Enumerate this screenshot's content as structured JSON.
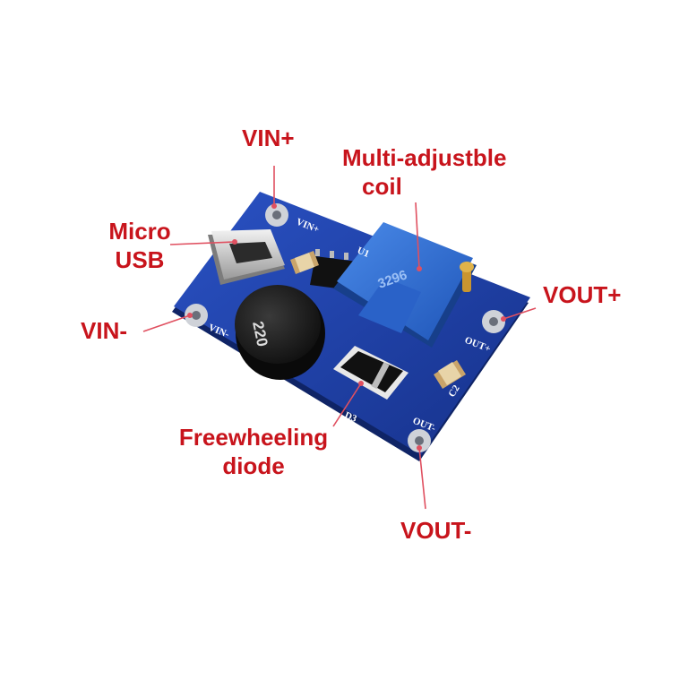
{
  "callouts": {
    "vin_plus": "VIN+",
    "micro_usb": [
      "Micro",
      "USB"
    ],
    "vin_minus": "VIN-",
    "multi_adjustable": [
      "Multi-adjustble",
      "coil"
    ],
    "vout_plus": "VOUT+",
    "freewheeling_diode": [
      "Freewheeling",
      "diode"
    ],
    "vout_minus": "VOUT-"
  },
  "board_silkscreen": {
    "vin_plus_pad": "VIN+",
    "vin_minus_pad": "VIN-",
    "vout_plus_pad": "OUT+",
    "vout_minus_pad": "OUT-",
    "ic": "U1",
    "diode": "D3",
    "capacitor": "C2",
    "inductor_marking": "220",
    "potentiometer_marking": "3296"
  },
  "colors": {
    "label_text": "#c8141c",
    "leader_line": "#e05060",
    "pcb": "#1c3fa0",
    "potentiometer": "#2f6fd4",
    "inductor": "#1a1a1a",
    "pad": "#d8d8d8"
  }
}
